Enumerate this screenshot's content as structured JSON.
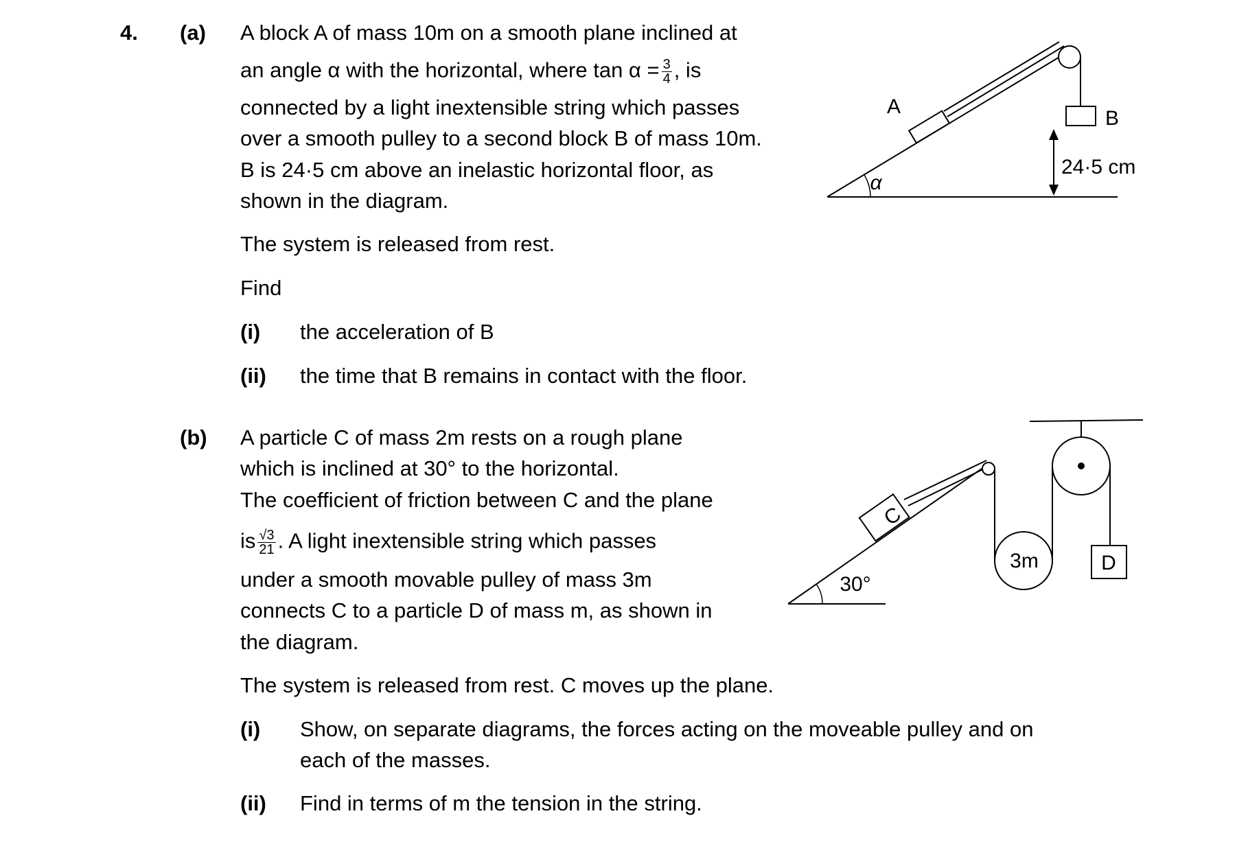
{
  "question": {
    "number": "4.",
    "part_a": {
      "label": "(a)",
      "lines": [
        "A block A of mass 10m on a smooth plane inclined at",
        "an angle α with the horizontal, where tan α =",
        "connected by a light inextensible string which passes",
        "over a smooth pulley to a second block B of mass 10m.",
        "B is 24·5 cm above an inelastic horizontal floor, as",
        "shown in the diagram."
      ],
      "frac_num": "3",
      "frac_den": "4",
      "frac_tail": ", is",
      "released": "The system is released from rest.",
      "find": "Find",
      "items": [
        {
          "label": "(i)",
          "text": "the acceleration of B"
        },
        {
          "label": "(ii)",
          "text": "the time that B remains in contact with the floor."
        }
      ],
      "diagram": {
        "label_A": "A",
        "label_B": "B",
        "angle": "α",
        "height": "24·5 cm"
      }
    },
    "part_b": {
      "label": "(b)",
      "lines": [
        "A particle C of mass 2m rests on a rough plane",
        "which is inclined at 30° to the horizontal.",
        "The coefficient of friction between C and the plane",
        "is",
        "under a smooth movable pulley of mass 3m",
        "connects C to a particle D of mass m, as shown in",
        "the diagram."
      ],
      "frac_num": "√3",
      "frac_den": "21",
      "frac_tail": ".  A light inextensible string which passes",
      "released": "The system is released from rest.  C moves up the plane.",
      "items": [
        {
          "label": "(i)",
          "text": "Show, on separate diagrams, the forces acting on the moveable pulley and on",
          "text2": "each of the masses."
        },
        {
          "label": "(ii)",
          "text": "Find in terms of m the tension in the string."
        }
      ],
      "diagram": {
        "label_C": "C",
        "label_D": "D",
        "pulley_mass": "3m",
        "angle": "30°"
      }
    }
  }
}
